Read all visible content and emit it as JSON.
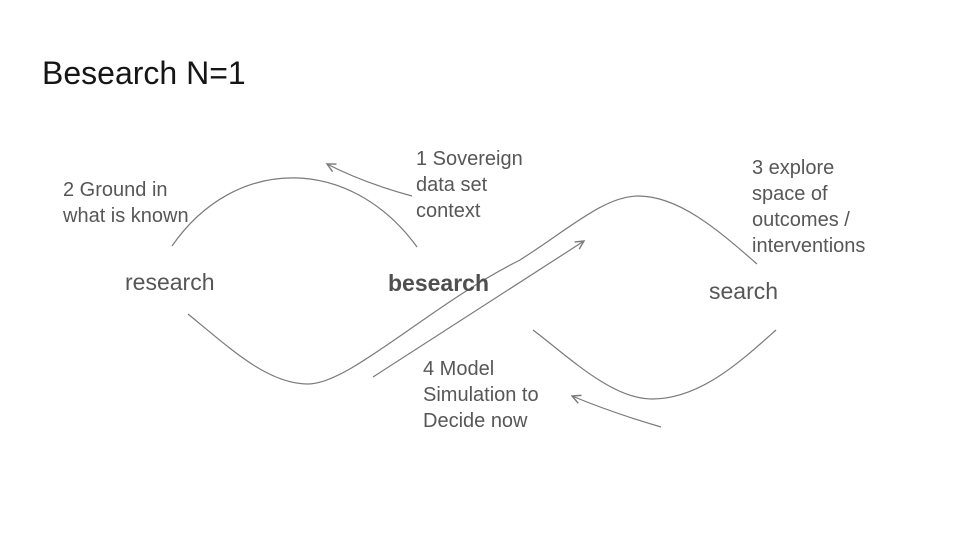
{
  "slide": {
    "title": "Besearch N=1",
    "labels": {
      "research": "research",
      "besearch": "besearch",
      "search": "search"
    },
    "annotations": {
      "note1": {
        "lines": [
          "1 Sovereign",
          "data set",
          "context"
        ]
      },
      "note2": {
        "lines": [
          "2 Ground in",
          "what is known"
        ]
      },
      "note3": {
        "lines": [
          "3 explore",
          "space of",
          "outcomes /",
          "interventions"
        ]
      },
      "note4": {
        "lines": [
          "4 Model",
          "Simulation to",
          "Decide now"
        ]
      }
    },
    "colors": {
      "background": "#ffffff",
      "title_text": "#151515",
      "body_text": "#575757",
      "line": "#7a7a7a"
    }
  }
}
